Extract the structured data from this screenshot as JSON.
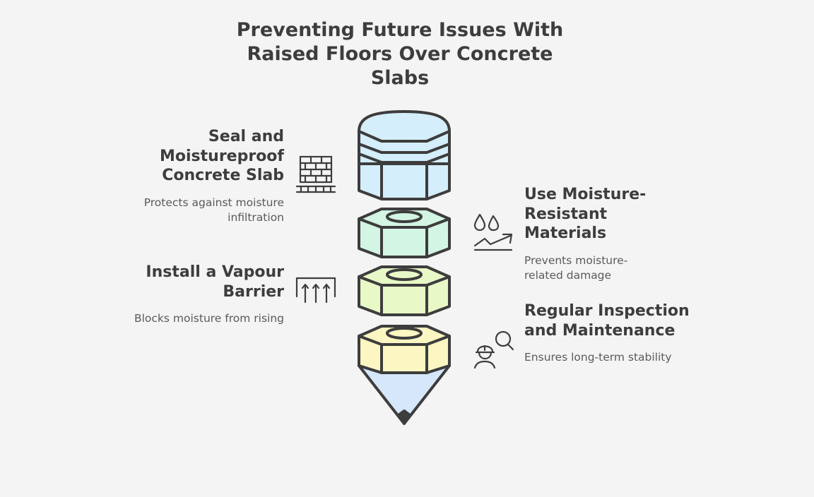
{
  "title": "Preventing Future Issues With Raised Floors Over Concrete Slabs",
  "steps": [
    {
      "heading": "Seal and Moistureproof Concrete Slab",
      "description": "Protects against moisture infiltration",
      "icon": "brick-wall-icon",
      "color": "#d4eefb"
    },
    {
      "heading": "Use Moisture-Resistant Materials",
      "description": "Prevents moisture-related damage",
      "icon": "water-drops-trend-icon",
      "color": "#d3f5e3"
    },
    {
      "heading": "Install a Vapour Barrier",
      "description": "Blocks moisture from rising",
      "icon": "rising-vapour-icon",
      "color": "#e8f8c7"
    },
    {
      "heading": "Regular Inspection and Maintenance",
      "description": "Ensures long-term stability",
      "icon": "inspector-magnifier-icon",
      "color": "#fbf6c2"
    }
  ],
  "colors": {
    "background": "#f4f4f4",
    "stroke": "#3d3d3d",
    "cone_fill": "#d6e6fb"
  }
}
